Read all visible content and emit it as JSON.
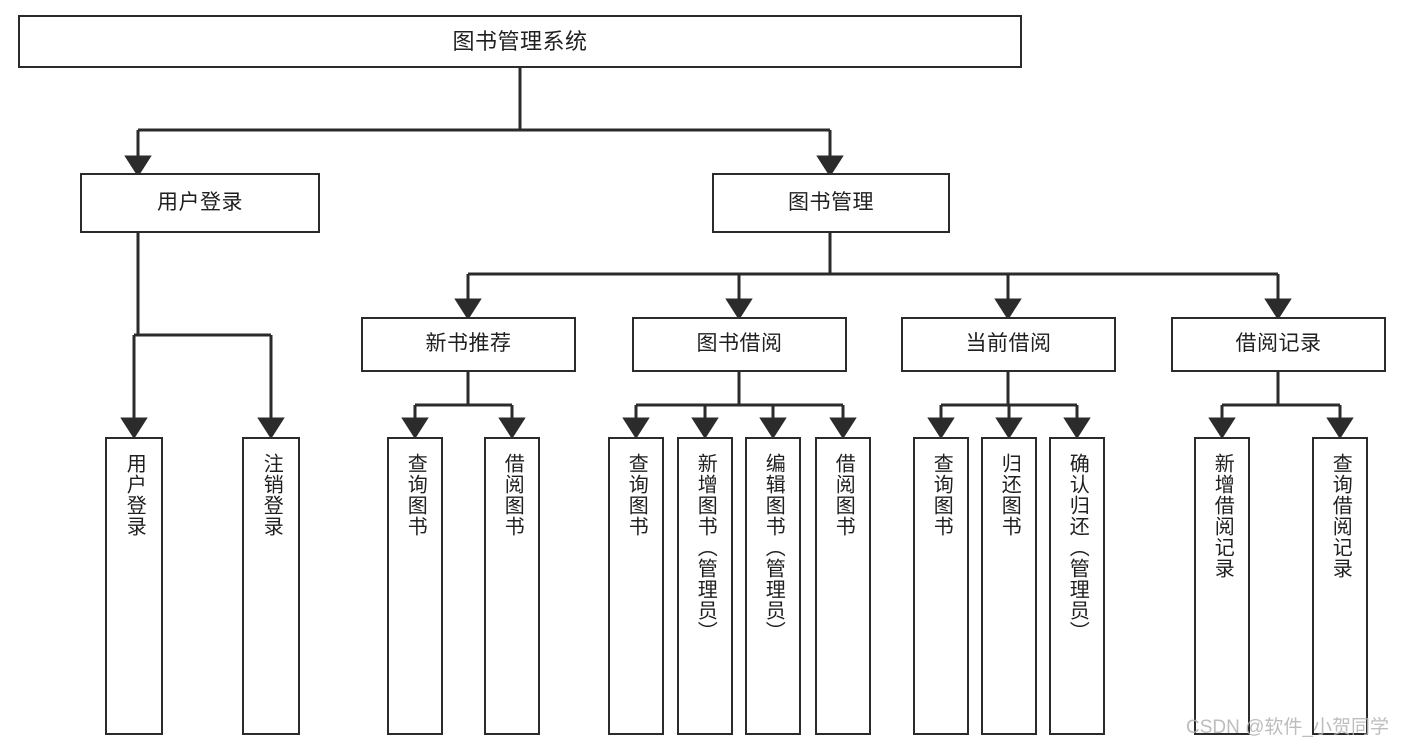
{
  "diagram": {
    "title": "图书管理系统",
    "type": "hierarchy-tree",
    "watermark": "CSDN @软件_小贺同学",
    "colors": {
      "background": "#ffffff",
      "node_border": "#2b2b2b",
      "node_fill": "#ffffff",
      "edge": "#2b2b2b",
      "text": "#1f1f1f",
      "watermark": "#b4b4b4"
    },
    "root": {
      "label": "图书管理系统"
    },
    "level2": [
      {
        "id": "user-login",
        "label": "用户登录"
      },
      {
        "id": "book-manage",
        "label": "图书管理"
      }
    ],
    "level3": [
      {
        "id": "new-book-recommend",
        "label": "新书推荐",
        "parent": "book-manage"
      },
      {
        "id": "book-borrow",
        "label": "图书借阅",
        "parent": "book-manage"
      },
      {
        "id": "current-borrow",
        "label": "当前借阅",
        "parent": "book-manage"
      },
      {
        "id": "borrow-record",
        "label": "借阅记录",
        "parent": "book-manage"
      }
    ],
    "leaves": [
      {
        "id": "leaf-user-login",
        "label": "用户登录",
        "parent": "user-login"
      },
      {
        "id": "leaf-logout-login",
        "label": "注销登录",
        "parent": "user-login"
      },
      {
        "id": "leaf-query-book-1",
        "label": "查询图书",
        "parent": "new-book-recommend"
      },
      {
        "id": "leaf-borrow-book-1",
        "label": "借阅图书",
        "parent": "new-book-recommend"
      },
      {
        "id": "leaf-query-book-2",
        "label": "查询图书",
        "parent": "book-borrow"
      },
      {
        "id": "leaf-add-book",
        "label": "新增图书（管理员）",
        "parent": "book-borrow"
      },
      {
        "id": "leaf-edit-book",
        "label": "编辑图书（管理员）",
        "parent": "book-borrow"
      },
      {
        "id": "leaf-borrow-book-2",
        "label": "借阅图书",
        "parent": "book-borrow"
      },
      {
        "id": "leaf-query-book-3",
        "label": "查询图书",
        "parent": "current-borrow"
      },
      {
        "id": "leaf-return-book",
        "label": "归还图书",
        "parent": "current-borrow"
      },
      {
        "id": "leaf-confirm-return",
        "label": "确认归还（管理员）",
        "parent": "current-borrow"
      },
      {
        "id": "leaf-add-record",
        "label": "新增借阅记录",
        "parent": "borrow-record"
      },
      {
        "id": "leaf-query-record",
        "label": "查询借阅记录",
        "parent": "borrow-record"
      }
    ]
  }
}
